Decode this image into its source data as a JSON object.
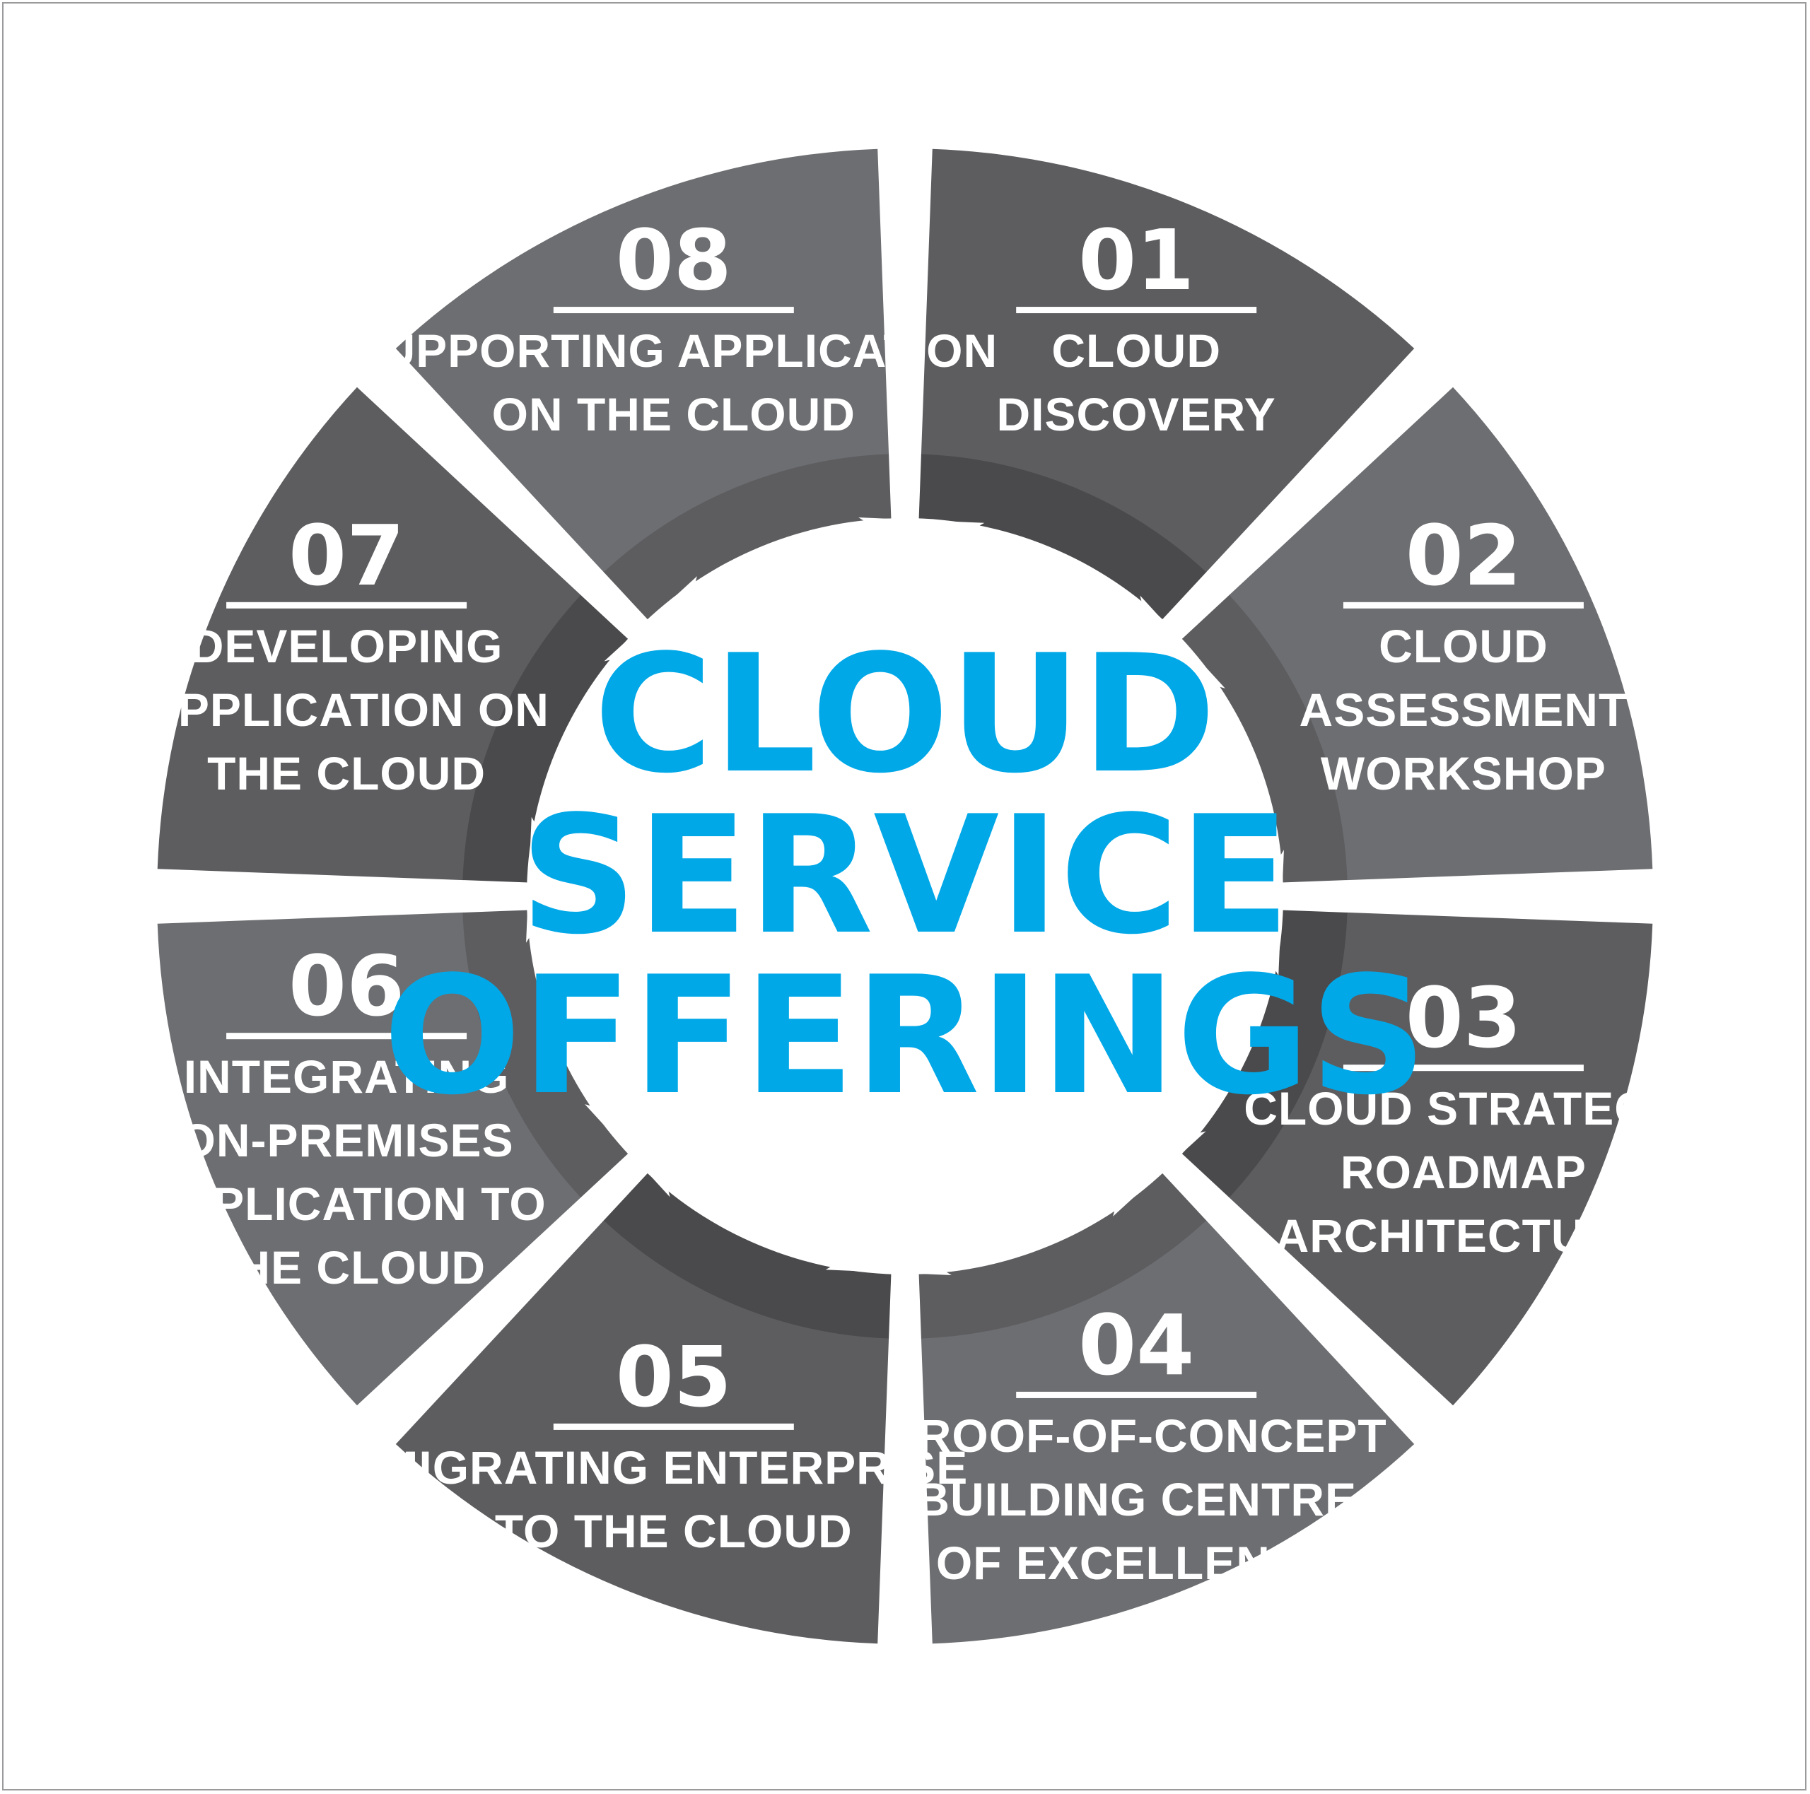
{
  "title_lines": [
    "CLOUD",
    "SERVICE",
    "OFFERINGS"
  ],
  "segments": [
    {
      "number": "01",
      "lines": [
        "CLOUD",
        "DISCOVERY"
      ],
      "fill": "#5d5d60",
      "inner": "#4a4a4c"
    },
    {
      "number": "02",
      "lines": [
        "CLOUD",
        "ASSESSMENT",
        "WORKSHOP"
      ],
      "fill": "#6d6e71",
      "inner": "#5d5d60"
    },
    {
      "number": "03",
      "lines": [
        "CLOUD STRATEGY",
        "ROADMAP",
        "ARCHITECTURE"
      ],
      "fill": "#5d5d60",
      "inner": "#4a4a4c"
    },
    {
      "number": "04",
      "lines": [
        "PROOF-OF-CONCEPT",
        "BUILDING CENTRE",
        "OF EXCELLENCE"
      ],
      "fill": "#6d6e71",
      "inner": "#5d5d60"
    },
    {
      "number": "05",
      "lines": [
        "MIGRATING ENTERPRISE",
        "TO THE CLOUD"
      ],
      "fill": "#5d5d60",
      "inner": "#4a4a4c"
    },
    {
      "number": "06",
      "lines": [
        "INTEGRATING",
        "ON-PREMISES",
        "APPLICATION TO",
        "THE CLOUD"
      ],
      "fill": "#6d6e71",
      "inner": "#5d5d60"
    },
    {
      "number": "07",
      "lines": [
        "DEVELOPING",
        "APPLICATION ON",
        "THE CLOUD"
      ],
      "fill": "#5d5d60",
      "inner": "#4a4a4c"
    },
    {
      "number": "08",
      "lines": [
        "SUPPORTING APPLICATION",
        "ON THE CLOUD"
      ],
      "fill": "#6d6e71",
      "inner": "#5d5d60"
    }
  ],
  "colors": {
    "title": "#00a8e8",
    "background": "#ffffff",
    "text": "#ffffff"
  }
}
